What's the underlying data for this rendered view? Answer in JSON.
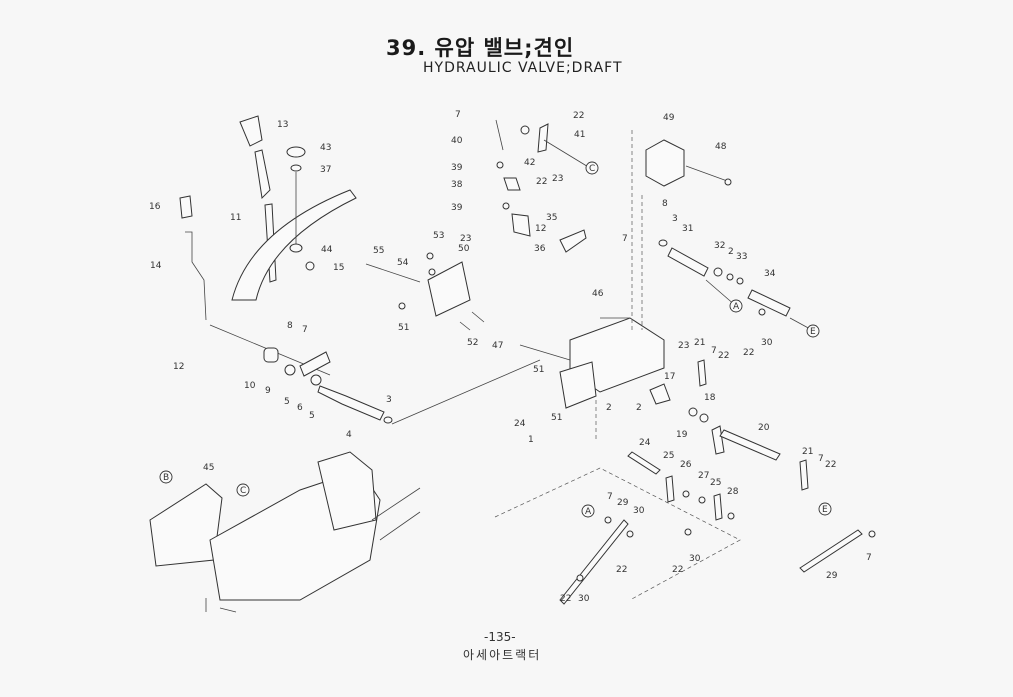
{
  "header": {
    "title_korean": "39. 유압 밸브;견인",
    "title_english": "HYDRAULIC VALVE;DRAFT"
  },
  "footer": {
    "page_number": "-135-",
    "brand": "아세아트랙터"
  },
  "callouts": [
    "A",
    "B",
    "C",
    "E"
  ],
  "part_labels": [
    {
      "id": "p13",
      "text": "13"
    },
    {
      "id": "p43",
      "text": "43"
    },
    {
      "id": "p37",
      "text": "37"
    },
    {
      "id": "p16",
      "text": "16"
    },
    {
      "id": "p11",
      "text": "11"
    },
    {
      "id": "p14",
      "text": "14"
    },
    {
      "id": "p44",
      "text": "44"
    },
    {
      "id": "p15",
      "text": "15"
    },
    {
      "id": "p12",
      "text": "12"
    },
    {
      "id": "p8",
      "text": "8"
    },
    {
      "id": "p7a",
      "text": "7"
    },
    {
      "id": "p10",
      "text": "10"
    },
    {
      "id": "p9",
      "text": "9"
    },
    {
      "id": "p5a",
      "text": "5"
    },
    {
      "id": "p6",
      "text": "6"
    },
    {
      "id": "p5b",
      "text": "5"
    },
    {
      "id": "p4",
      "text": "4"
    },
    {
      "id": "p3a",
      "text": "3"
    },
    {
      "id": "p55",
      "text": "55"
    },
    {
      "id": "p54",
      "text": "54"
    },
    {
      "id": "p53",
      "text": "53"
    },
    {
      "id": "p50",
      "text": "50"
    },
    {
      "id": "p51a",
      "text": "51"
    },
    {
      "id": "p52",
      "text": "52"
    },
    {
      "id": "p7b",
      "text": "7"
    },
    {
      "id": "p40",
      "text": "40"
    },
    {
      "id": "p39a",
      "text": "39"
    },
    {
      "id": "p38",
      "text": "38"
    },
    {
      "id": "p39b",
      "text": "39"
    },
    {
      "id": "p23a",
      "text": "23"
    },
    {
      "id": "p22a",
      "text": "22"
    },
    {
      "id": "p41",
      "text": "41"
    },
    {
      "id": "p42",
      "text": "42"
    },
    {
      "id": "p23b",
      "text": "23"
    },
    {
      "id": "p22b",
      "text": "22"
    },
    {
      "id": "p35",
      "text": "35"
    },
    {
      "id": "p12b",
      "text": "12"
    },
    {
      "id": "p36",
      "text": "36"
    },
    {
      "id": "p7c",
      "text": "7"
    },
    {
      "id": "p49",
      "text": "49"
    },
    {
      "id": "p48",
      "text": "48"
    },
    {
      "id": "p8b",
      "text": "8"
    },
    {
      "id": "p3b",
      "text": "3"
    },
    {
      "id": "p31",
      "text": "31"
    },
    {
      "id": "p32",
      "text": "32"
    },
    {
      "id": "p2a",
      "text": "2"
    },
    {
      "id": "p33",
      "text": "33"
    },
    {
      "id": "p34",
      "text": "34"
    },
    {
      "id": "p30a",
      "text": "30"
    },
    {
      "id": "p22c",
      "text": "22"
    },
    {
      "id": "p46",
      "text": "46"
    },
    {
      "id": "p47",
      "text": "47"
    },
    {
      "id": "p23c",
      "text": "23"
    },
    {
      "id": "p51b",
      "text": "51"
    },
    {
      "id": "p2b",
      "text": "2"
    },
    {
      "id": "p2c",
      "text": "2"
    },
    {
      "id": "p17",
      "text": "17"
    },
    {
      "id": "p21a",
      "text": "21"
    },
    {
      "id": "p7d",
      "text": "7"
    },
    {
      "id": "p22d",
      "text": "22"
    },
    {
      "id": "p18",
      "text": "18"
    },
    {
      "id": "p19",
      "text": "19"
    },
    {
      "id": "p20",
      "text": "20"
    },
    {
      "id": "p24a",
      "text": "24"
    },
    {
      "id": "p1",
      "text": "1"
    },
    {
      "id": "p51c",
      "text": "51"
    },
    {
      "id": "p24b",
      "text": "24"
    },
    {
      "id": "p25a",
      "text": "25"
    },
    {
      "id": "p26",
      "text": "26"
    },
    {
      "id": "p27",
      "text": "27"
    },
    {
      "id": "p25b",
      "text": "25"
    },
    {
      "id": "p28",
      "text": "28"
    },
    {
      "id": "p21b",
      "text": "21"
    },
    {
      "id": "p7e",
      "text": "7"
    },
    {
      "id": "p22e",
      "text": "22"
    },
    {
      "id": "p7f",
      "text": "7"
    },
    {
      "id": "p29a",
      "text": "29"
    },
    {
      "id": "p30b",
      "text": "30"
    },
    {
      "id": "p22f",
      "text": "22"
    },
    {
      "id": "p22g",
      "text": "22"
    },
    {
      "id": "p30c",
      "text": "30"
    },
    {
      "id": "p22h",
      "text": "22"
    },
    {
      "id": "p30d",
      "text": "30"
    },
    {
      "id": "p29b",
      "text": "29"
    },
    {
      "id": "p7g",
      "text": "7"
    },
    {
      "id": "p45",
      "text": "45"
    }
  ]
}
